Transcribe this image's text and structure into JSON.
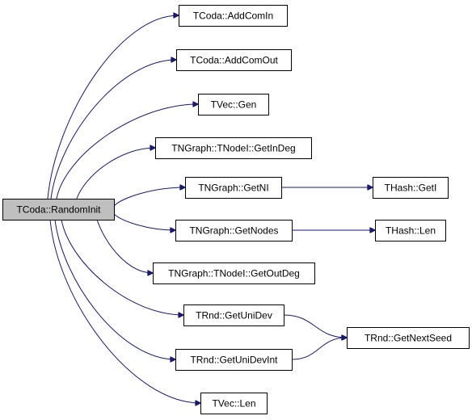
{
  "diagram": {
    "type": "call-graph",
    "nodes": [
      {
        "id": "root",
        "label": "TCoda::RandomInit",
        "root": true
      },
      {
        "id": "addcomin",
        "label": "TCoda::AddComIn"
      },
      {
        "id": "addcomout",
        "label": "TCoda::AddComOut"
      },
      {
        "id": "vecgen",
        "label": "TVec::Gen"
      },
      {
        "id": "getindeg",
        "label": "TNGraph::TNodeI::GetInDeg"
      },
      {
        "id": "getni",
        "label": "TNGraph::GetNI"
      },
      {
        "id": "getnodes",
        "label": "TNGraph::GetNodes"
      },
      {
        "id": "getoutdeg",
        "label": "TNGraph::TNodeI::GetOutDeg"
      },
      {
        "id": "getunidev",
        "label": "TRnd::GetUniDev"
      },
      {
        "id": "getunidevint",
        "label": "TRnd::GetUniDevInt"
      },
      {
        "id": "veclen",
        "label": "TVec::Len"
      },
      {
        "id": "hashgeti",
        "label": "THash::GetI"
      },
      {
        "id": "hashlen",
        "label": "THash::Len"
      },
      {
        "id": "getnextseed",
        "label": "TRnd::GetNextSeed"
      }
    ],
    "edges": [
      [
        "root",
        "addcomin"
      ],
      [
        "root",
        "addcomout"
      ],
      [
        "root",
        "vecgen"
      ],
      [
        "root",
        "getindeg"
      ],
      [
        "root",
        "getni"
      ],
      [
        "root",
        "getnodes"
      ],
      [
        "root",
        "getoutdeg"
      ],
      [
        "root",
        "getunidev"
      ],
      [
        "root",
        "getunidevint"
      ],
      [
        "root",
        "veclen"
      ],
      [
        "getni",
        "hashgeti"
      ],
      [
        "getnodes",
        "hashlen"
      ],
      [
        "getunidev",
        "getnextseed"
      ],
      [
        "getunidevint",
        "getnextseed"
      ]
    ],
    "colors": {
      "edge": "#191970",
      "root_fill": "#bfbfbf",
      "node_fill": "#ffffff",
      "border": "#000000"
    }
  }
}
